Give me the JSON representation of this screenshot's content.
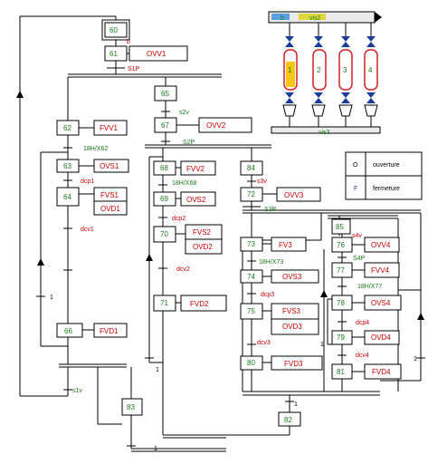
{
  "steps": {
    "s60": "60",
    "s61": "61",
    "s62": "62",
    "s63": "63",
    "s64": "64",
    "s65": "65",
    "s66": "66",
    "s67": "67",
    "s68": "68",
    "s69": "69",
    "s70": "70",
    "s71": "71",
    "s72": "72",
    "s73": "73",
    "s74": "74",
    "s75": "75",
    "s76": "76",
    "s77": "77",
    "s78": "78",
    "s79": "79",
    "s80": "80",
    "s81": "81",
    "s82": "82",
    "s83": "83",
    "s84": "84",
    "s85": "85"
  },
  "actions": {
    "a61": "OVV1",
    "a62": "FVV1",
    "a63": "OVS1",
    "a64a": "FVS1",
    "a64b": "OVD1",
    "a66": "FVD1",
    "a67": "OVV2",
    "a68": "FVV2",
    "a69": "OVS2",
    "a70a": "FVS2",
    "a70b": "OVD2",
    "a71": "FVD2",
    "a72": "OVV3",
    "a73": "FV3",
    "a74": "OVS3",
    "a75a": "FVS3",
    "a75b": "OVD3",
    "a80": "FVD3",
    "a76": "OVV4",
    "a77": "FVV4",
    "a78": "OVS4",
    "a79": "OVD4",
    "a81": "FVD4"
  },
  "conditions": {
    "b": "b",
    "s1p": "S1P",
    "s2v": "s2v",
    "s2p": "S2P",
    "t18hx62": "18H/X62",
    "dcp1": "dcp1",
    "dcv1": "dcv1",
    "one": "1",
    "s1v": "s1v",
    "t18hx68": "18H/X68",
    "dcp2": "dcp2",
    "dcv2": "dcv2",
    "s3v": "s3v",
    "s3p": "S3P",
    "t18hx73": "18H/X73",
    "dcp3": "dcp3",
    "dcv3": "dcv3",
    "s4v": "s4v",
    "s4p": "S4P",
    "t18hx77": "18H/X77",
    "dcp4": "dcp4",
    "dcv4": "dcv4"
  },
  "legend": {
    "o_key": "O",
    "o_text": "ouverture",
    "f_key": "F",
    "f_text": "fermeture"
  },
  "schematic": {
    "b": "b",
    "vis2": "vis2",
    "vis3": "vis3",
    "t1": "1",
    "t2": "2",
    "t3": "3",
    "t4": "4"
  }
}
